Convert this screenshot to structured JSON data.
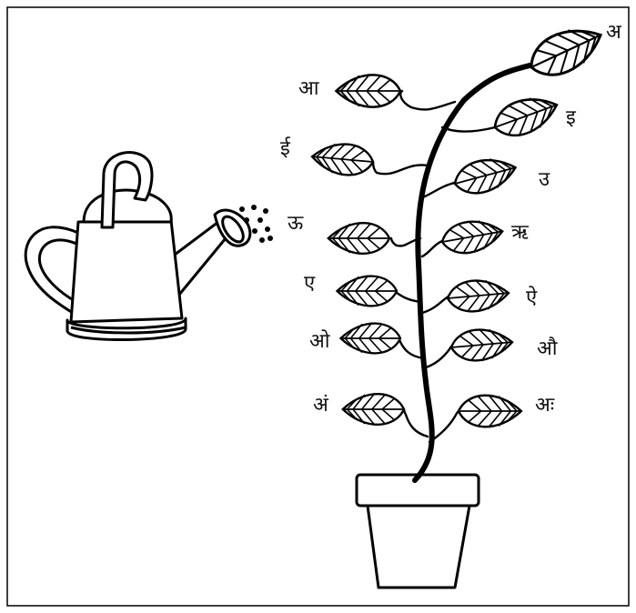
{
  "diagram": {
    "type": "vowel-plant",
    "leaves": [
      {
        "id": "a",
        "text": "अ"
      },
      {
        "id": "aa",
        "text": "आ"
      },
      {
        "id": "i",
        "text": "इ"
      },
      {
        "id": "ii",
        "text": "ई"
      },
      {
        "id": "u",
        "text": "उ"
      },
      {
        "id": "uu",
        "text": "ऊ"
      },
      {
        "id": "ri",
        "text": "ऋ"
      },
      {
        "id": "e",
        "text": "ए"
      },
      {
        "id": "ai",
        "text": "ऐ"
      },
      {
        "id": "o",
        "text": "ओ"
      },
      {
        "id": "au",
        "text": "औ"
      },
      {
        "id": "am",
        "text": "अं"
      },
      {
        "id": "ah",
        "text": "अः"
      }
    ]
  }
}
